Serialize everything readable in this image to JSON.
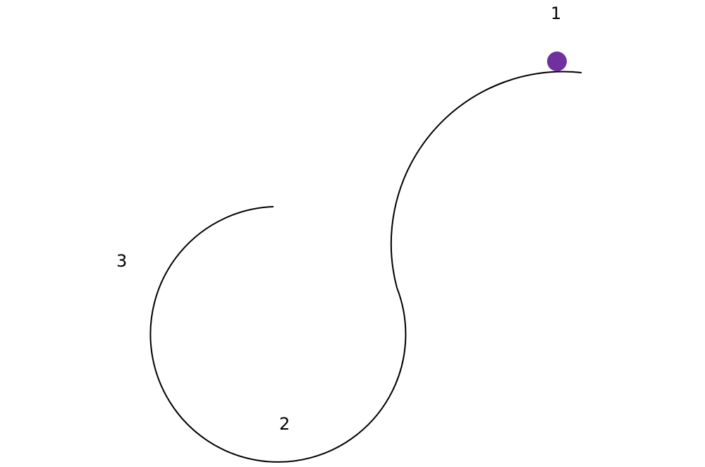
{
  "diagram": {
    "ball_color": "#7030A0",
    "track_color": "#000000",
    "labels": {
      "point_1": "1",
      "point_2": "2",
      "point_3": "3"
    }
  }
}
